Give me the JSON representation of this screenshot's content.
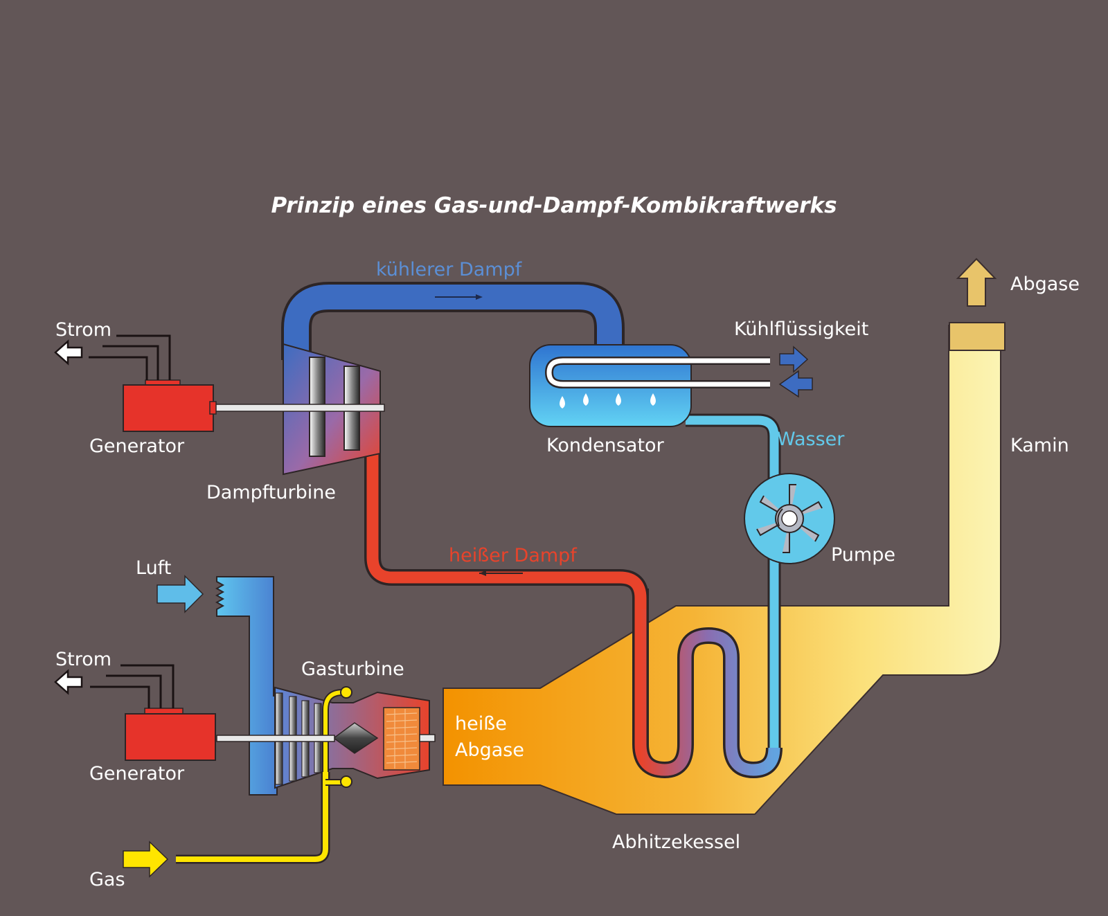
{
  "title": "Prinzip eines Gas-und-Dampf-Kombikraftwerks",
  "labels": {
    "strom_top": "Strom",
    "generator_top": "Generator",
    "dampfturbine": "Dampfturbine",
    "kuehlerer_dampf": "kühlerer Dampf",
    "kondensator": "Kondensator",
    "kuehlfluessigkeit": "Kühlflüssigkeit",
    "wasser": "Wasser",
    "pumpe": "Pumpe",
    "abgase": "Abgase",
    "kamin": "Kamin",
    "heisser_dampf": "heißer Dampf",
    "luft": "Luft",
    "strom_bottom": "Strom",
    "generator_bottom": "Generator",
    "gasturbine": "Gasturbine",
    "heisse_abgase_1": "heiße",
    "heisse_abgase_2": "Abgase",
    "abhitzekessel": "Abhitzekessel",
    "gas": "Gas"
  },
  "colors": {
    "background": "#625657",
    "generator": "#e6332a",
    "steam_cool": "#3d6cc1",
    "steam_hot": "#e8432b",
    "water": "#62c9ea",
    "air": "#5fbde9",
    "gas": "#ffe500",
    "exhaust_hot": "#f39200",
    "exhaust_cool": "#fbf4b4",
    "chimney_cap": "#e8c46a",
    "text": "#ffffff"
  }
}
